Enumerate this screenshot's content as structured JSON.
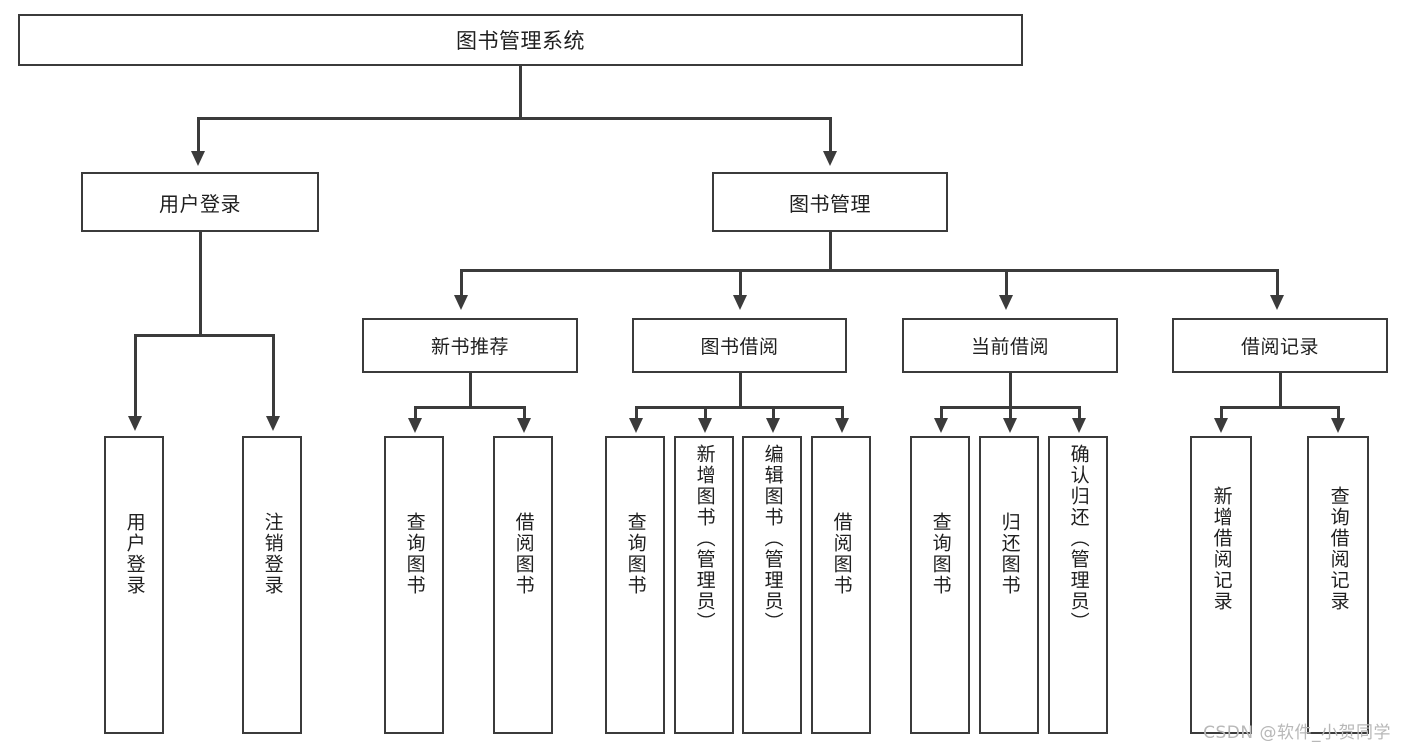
{
  "diagram": {
    "title": "图书管理系统",
    "root": {
      "label": "图书管理系统"
    },
    "level2": [
      {
        "label": "用户登录"
      },
      {
        "label": "图书管理"
      }
    ],
    "level3": [
      {
        "label": "新书推荐"
      },
      {
        "label": "图书借阅"
      },
      {
        "label": "当前借阅"
      },
      {
        "label": "借阅记录"
      }
    ],
    "leaves": {
      "user_login": [
        {
          "label": "用户登录"
        },
        {
          "label": "注销登录"
        }
      ],
      "new_book_recommend": [
        {
          "label": "查询图书"
        },
        {
          "label": "借阅图书"
        }
      ],
      "book_borrow": [
        {
          "label": "查询图书"
        },
        {
          "label": "新增图书（管理员）"
        },
        {
          "label": "编辑图书（管理员）"
        },
        {
          "label": "借阅图书"
        }
      ],
      "current_borrow": [
        {
          "label": "查询图书"
        },
        {
          "label": "归还图书"
        },
        {
          "label": "确认归还（管理员）"
        }
      ],
      "borrow_record": [
        {
          "label": "新增借阅记录"
        },
        {
          "label": "查询借阅记录"
        }
      ]
    },
    "watermark": "CSDN @软件_小贺同学",
    "colors": {
      "stroke": "#3b3b3b",
      "background": "#ffffff",
      "text": "#1f1f1f",
      "watermark": "#b8b8b8"
    }
  }
}
